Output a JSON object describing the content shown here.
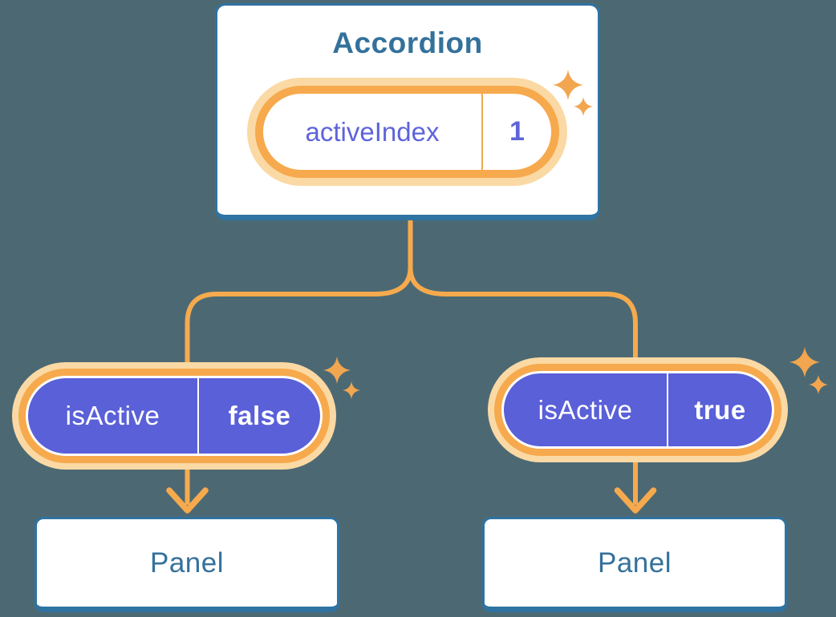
{
  "colors": {
    "background": "#4C6973",
    "accent_orange": "#F6AA4D",
    "glow_orange": "#FBD9A4",
    "sparkle_orange": "#F2A64F",
    "pill_purple": "#5A60D8",
    "heading_blue": "#34719B",
    "state_text_purple": "#5E64DA",
    "card_border_blue": "#2F73A2"
  },
  "accordion": {
    "title": "Accordion",
    "state_pill": {
      "label": "activeIndex",
      "value": "1"
    }
  },
  "prop_pills": [
    {
      "label": "isActive",
      "value": "false"
    },
    {
      "label": "isActive",
      "value": "true"
    }
  ],
  "panels": [
    {
      "title": "Panel"
    },
    {
      "title": "Panel"
    }
  ],
  "icons": {
    "sparkle": "four-point-star",
    "arrow": "arrow-down-chevron"
  }
}
